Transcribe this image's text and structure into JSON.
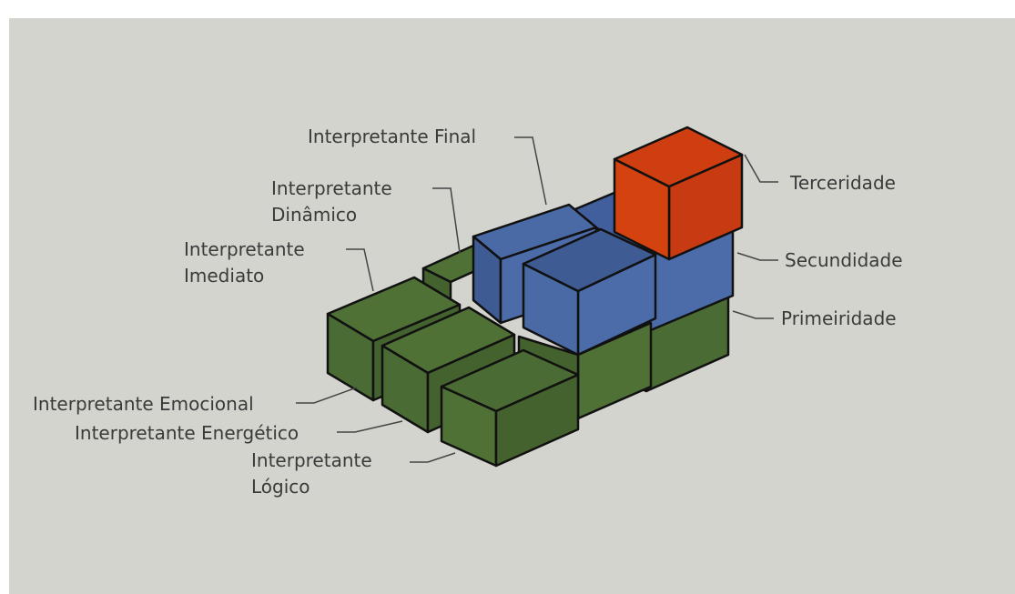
{
  "labels": {
    "interpretante_final": "Interpretante Final",
    "interpretante_dinamico": "Interpretante\nDinâmico",
    "interpretante_imediato": "Interpretante\nImediato",
    "interpretante_emocional": "Interpretante Emocional",
    "interpretante_energetico": "Interpretante Energético",
    "interpretante_logico": "Interpretante\nLógico",
    "terceiridade": "Terceridade",
    "secundidade": "Secundidade",
    "primeiridade": "Primeiridade"
  },
  "colors": {
    "background": "#d4d4cf",
    "green": "#4f7136",
    "blue": "#4a6aa6",
    "red": "#c83b12",
    "text": "#3a3a3a"
  }
}
